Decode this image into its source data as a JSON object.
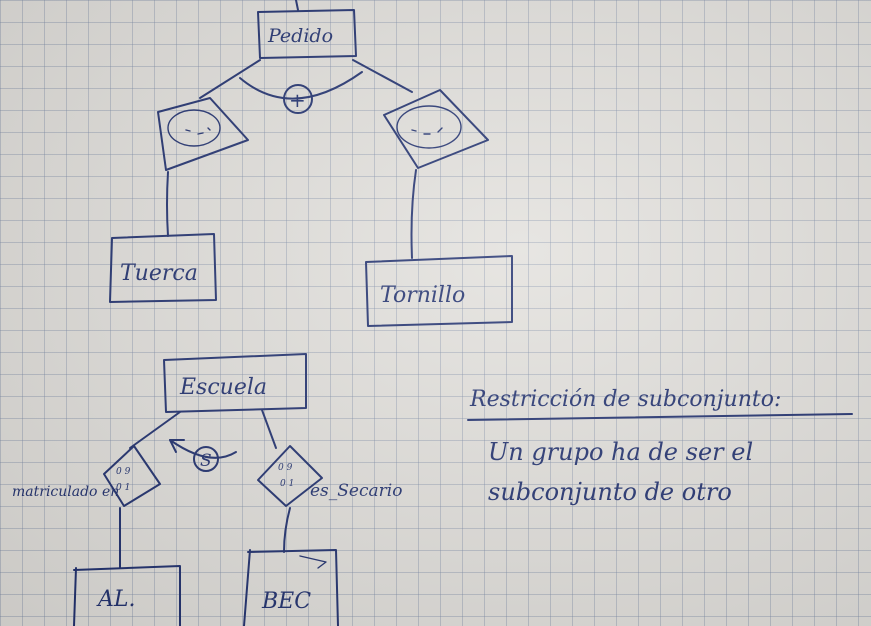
{
  "diagram_top": {
    "superclass": "Pedido",
    "constraint_symbol": "+",
    "subclasses": [
      "Tuerca",
      "Tornillo"
    ]
  },
  "diagram_bottom": {
    "entity": "Escuela",
    "constraint_symbol": "S",
    "relationships": [
      {
        "label": "matriculado en",
        "card_top": "0 9",
        "card_bottom": "0 1"
      },
      {
        "label": "es_Secario",
        "card_top": "0 9",
        "card_bottom": "0 1"
      }
    ],
    "entities": [
      "AL.",
      "BEC"
    ]
  },
  "note": {
    "title": "Restricción de subconjunto:",
    "body_line1": "Un grupo ha de ser el",
    "body_line2": "subconjunto de otro"
  },
  "colors": {
    "ink": "#1f2f6e",
    "paper": "#e2e0dc",
    "grid": "#7887a5"
  }
}
